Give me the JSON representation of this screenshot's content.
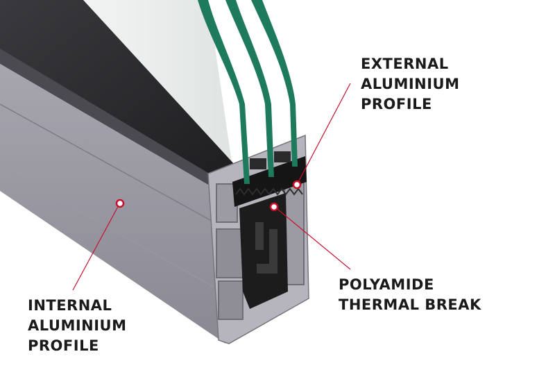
{
  "labels": {
    "external": [
      "EXTERNAL",
      "ALUMINIUM",
      "PROFILE"
    ],
    "polyamide": [
      "POLYAMIDE",
      "THERMAL BREAK"
    ],
    "internal": [
      "INTERNAL",
      "ALUMINIUM",
      "PROFILE"
    ]
  },
  "colors": {
    "aluminium": "#8c8a94",
    "aluminium_light": "#a9a7b0",
    "aluminium_dark": "#6f6d76",
    "glass_edge": "#1e7a5c",
    "glass": "#e9ecea",
    "polyamide": "#1c1c1c",
    "marker": "#c8102e",
    "label_text": "#1a1a1a"
  }
}
